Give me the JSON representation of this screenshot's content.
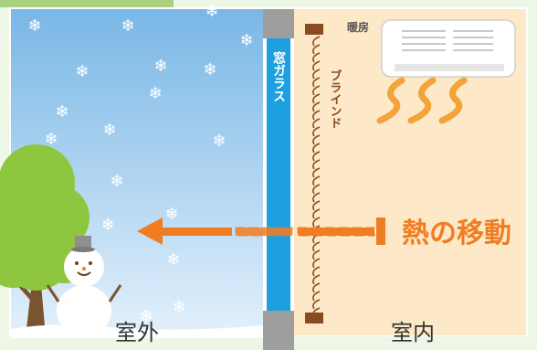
{
  "labels": {
    "glass": "窓ガラス",
    "blind": "ブラインド",
    "heater": "暖房",
    "heat_move": "熱の移動",
    "outside": "室外",
    "inside": "室内"
  },
  "colors": {
    "sky_top": "#79b7e6",
    "sky_bottom": "#e3f0fb",
    "room": "#fde9c7",
    "glass": "#1ea0e0",
    "frame": "#9e9e9e",
    "blind": "#8a4a22",
    "arrow": "#f07d22",
    "heat_wave": "#f2a33a",
    "tree": "#8ec63f",
    "trunk": "#7a5430",
    "snowflake": "#ffffff",
    "snow_ground": "#ffffff"
  }
}
